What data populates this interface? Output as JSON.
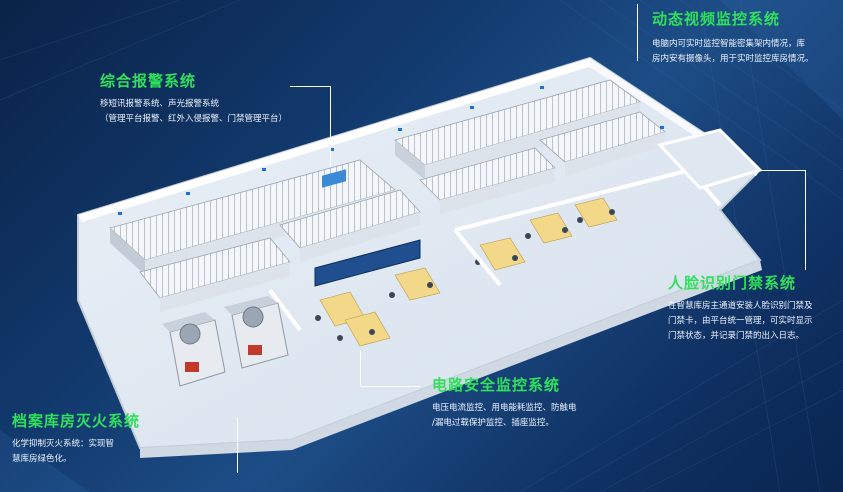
{
  "labels": {
    "video": {
      "title": "动态视频监控系统",
      "lines": [
        "电脑内可实时监控智能密集架内情况，库",
        "房内安有摄像头，用于实时监控库房情况。"
      ]
    },
    "alarm": {
      "title": "综合报警系统",
      "lines": [
        "移短讯报警系统、声光报警系统",
        "（管理平台报警、红外入侵报警、门禁管理平台）"
      ]
    },
    "face": {
      "title": "人脸识别门禁系统",
      "lines": [
        "在智慧库房主通道安装人脸识别门禁及",
        "门禁卡，由平台统一管理，可实时显示",
        "门禁状态，并记录门禁的出入日志。"
      ]
    },
    "circuit": {
      "title": "电路安全监控系统",
      "lines": [
        "电压电流监控、用电能耗监控、防触电",
        "/漏电过载保护监控、插座监控。"
      ]
    },
    "fire": {
      "title": "档案库房灭火系统",
      "lines": [
        "化学抑制灭火系统：实现智",
        "慧库房绿色化。"
      ]
    }
  },
  "colors": {
    "accent_title": "#2fe05a",
    "background": "#0b2a52",
    "text": "#ffffff"
  }
}
